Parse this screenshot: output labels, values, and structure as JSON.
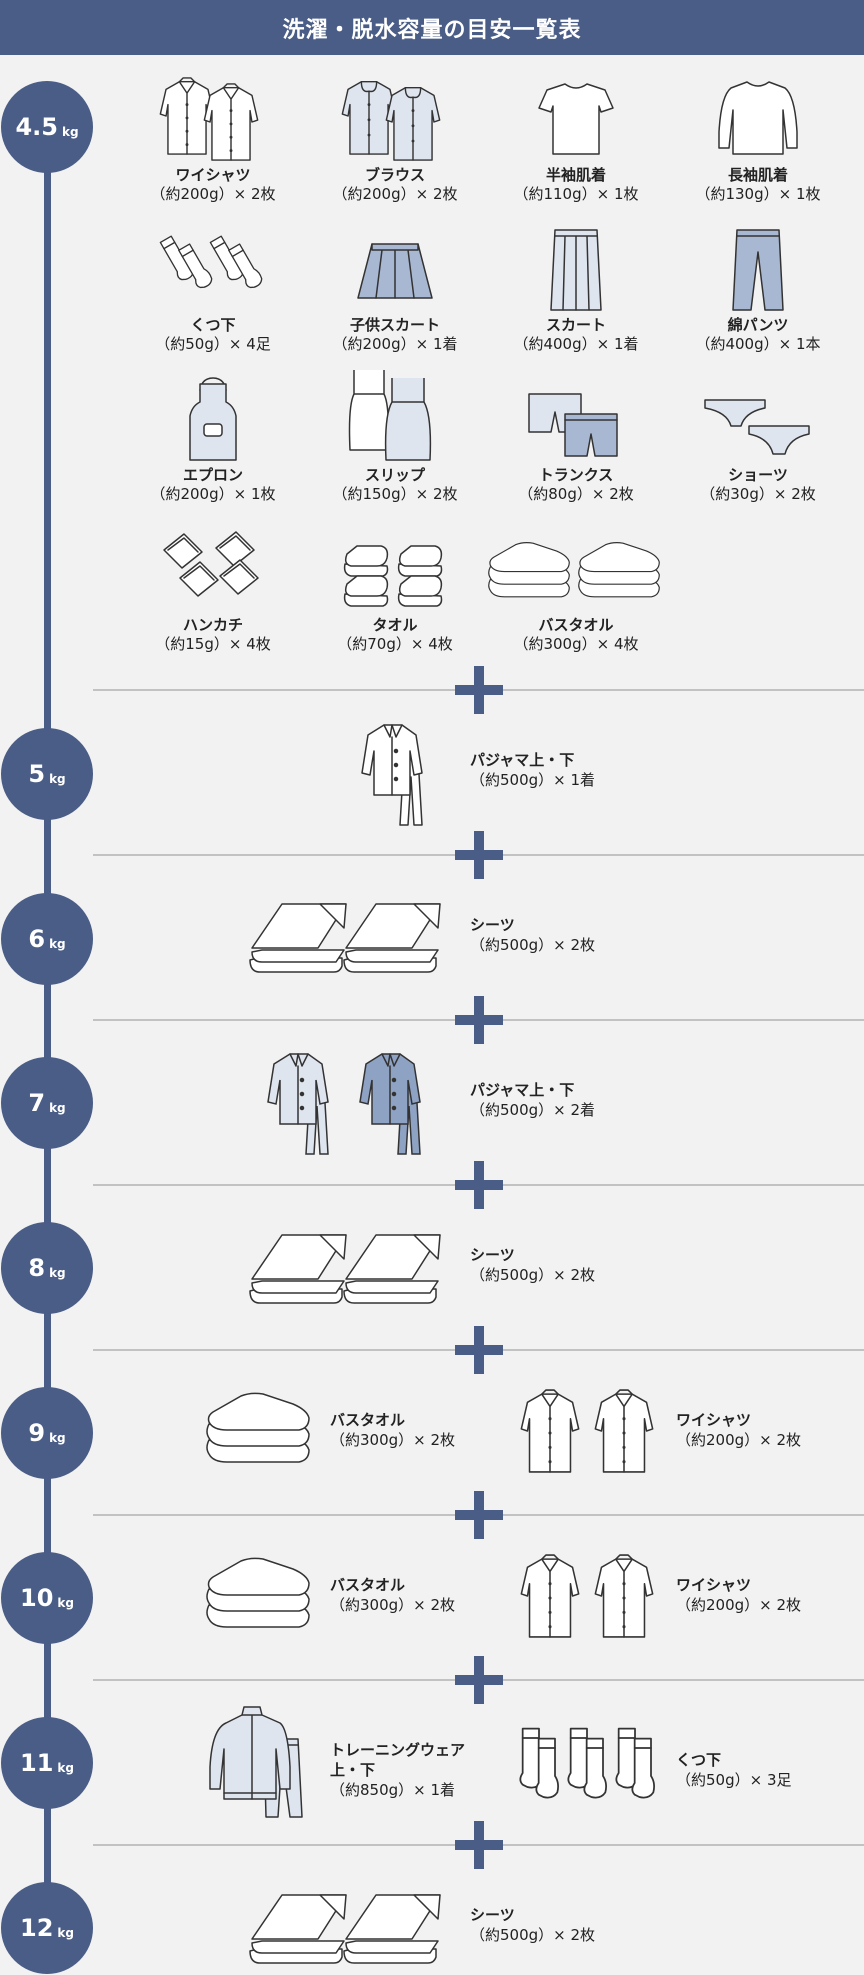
{
  "title": "洗濯・脱水容量の目安一覧表",
  "colors": {
    "accent": "#4a5d86",
    "background": "#f2f2f2",
    "separator": "#c2c2c2"
  },
  "unit": "kg",
  "levels": [
    {
      "kg": "4.5",
      "items": [
        {
          "name": "ワイシャツ",
          "qty": "（約200g）× 2枚",
          "icon": "dress-shirt-icon"
        },
        {
          "name": "ブラウス",
          "qty": "（約200g）× 2枚",
          "icon": "blouse-icon"
        },
        {
          "name": "半袖肌着",
          "qty": "（約110g）× 1枚",
          "icon": "short-sleeve-undershirt-icon"
        },
        {
          "name": "長袖肌着",
          "qty": "（約130g）× 1枚",
          "icon": "long-sleeve-undershirt-icon"
        },
        {
          "name": "くつ下",
          "qty": "（約50g）× 4足",
          "icon": "socks-icon"
        },
        {
          "name": "子供スカート",
          "qty": "（約200g）× 1着",
          "icon": "child-skirt-icon"
        },
        {
          "name": "スカート",
          "qty": "（約400g）× 1着",
          "icon": "skirt-icon"
        },
        {
          "name": "綿パンツ",
          "qty": "（約400g）× 1本",
          "icon": "cotton-pants-icon"
        },
        {
          "name": "エプロン",
          "qty": "（約200g）× 1枚",
          "icon": "apron-icon"
        },
        {
          "name": "スリップ",
          "qty": "（約150g）× 2枚",
          "icon": "slip-icon"
        },
        {
          "name": "トランクス",
          "qty": "（約80g）× 2枚",
          "icon": "trunks-icon"
        },
        {
          "name": "ショーツ",
          "qty": "（約30g）× 2枚",
          "icon": "shorts-icon"
        },
        {
          "name": "ハンカチ",
          "qty": "（約15g）× 4枚",
          "icon": "handkerchief-icon"
        },
        {
          "name": "タオル",
          "qty": "（約70g）× 4枚",
          "icon": "towel-icon"
        },
        {
          "name": "バスタオル",
          "qty": "（約300g）× 4枚",
          "icon": "bath-towel-icon"
        }
      ]
    },
    {
      "kg": "5",
      "items": [
        {
          "name": "パジャマ上・下",
          "qty": "（約500g）× 1着",
          "icon": "pajamas-icon"
        }
      ]
    },
    {
      "kg": "6",
      "items": [
        {
          "name": "シーツ",
          "qty": "（約500g）× 2枚",
          "icon": "sheets-icon"
        }
      ]
    },
    {
      "kg": "7",
      "items": [
        {
          "name": "パジャマ上・下",
          "qty": "（約500g）× 2着",
          "icon": "pajamas-icon"
        }
      ]
    },
    {
      "kg": "8",
      "items": [
        {
          "name": "シーツ",
          "qty": "（約500g）× 2枚",
          "icon": "sheets-icon"
        }
      ]
    },
    {
      "kg": "9",
      "items": [
        {
          "name": "バスタオル",
          "qty": "（約300g）× 2枚",
          "icon": "bath-towel-icon"
        },
        {
          "name": "ワイシャツ",
          "qty": "（約200g）× 2枚",
          "icon": "dress-shirt-icon"
        }
      ]
    },
    {
      "kg": "10",
      "items": [
        {
          "name": "バスタオル",
          "qty": "（約300g）× 2枚",
          "icon": "bath-towel-icon"
        },
        {
          "name": "ワイシャツ",
          "qty": "（約200g）× 2枚",
          "icon": "dress-shirt-icon"
        }
      ]
    },
    {
      "kg": "11",
      "items": [
        {
          "name": "トレーニングウェア上・下",
          "name_line1": "トレーニングウェア",
          "name_line2": "上・下",
          "qty": "（約850g）× 1着",
          "icon": "training-wear-icon"
        },
        {
          "name": "くつ下",
          "qty": "（約50g）× 3足",
          "icon": "socks-icon"
        }
      ]
    },
    {
      "kg": "12",
      "items": [
        {
          "name": "シーツ",
          "qty": "（約500g）× 2枚",
          "icon": "sheets-icon"
        }
      ]
    }
  ]
}
